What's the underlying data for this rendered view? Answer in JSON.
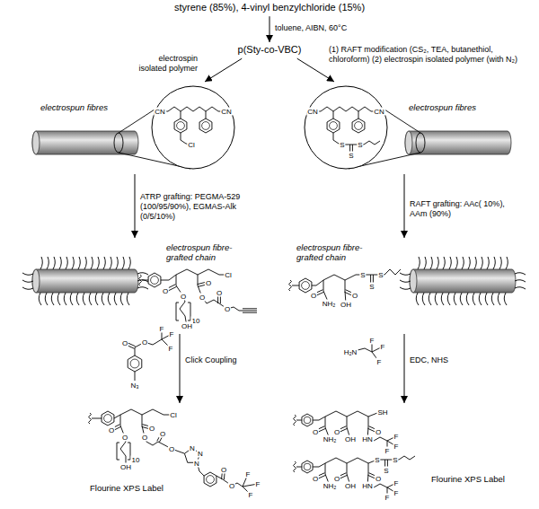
{
  "diagram": {
    "nodes": [
      {
        "text": [
          "styrene (85%), 4-vinyl benzylchloride (15%)"
        ]
      },
      {
        "text": [
          "p(Sty-co-VBC)"
        ]
      },
      {
        "text": [
          "electrospun fibres"
        ]
      },
      {
        "text": [
          "electrospun fibres"
        ]
      },
      {
        "text": [
          "electrospun fibre-grafted chain"
        ]
      },
      {
        "text": [
          "electrospun fibre-grafted chain"
        ]
      },
      {
        "text": [
          "Flourine XPS Label"
        ]
      },
      {
        "text": [
          "Flourine XPS Label"
        ]
      }
    ],
    "edges": [
      {
        "from": 0,
        "to": 1,
        "arrow": "to",
        "label": "toluene, AIBN, 60°C"
      },
      {
        "from": 1,
        "to": 2,
        "arrow": "to",
        "label": "electrospin isolated polymer"
      },
      {
        "from": 1,
        "to": 3,
        "arrow": "to",
        "label": "(1) RAFT modification (CS₂, TEA, butanethiol, chloroform) (2) electrospin isolated polymer (with N₂)"
      },
      {
        "from": 2,
        "to": 4,
        "arrow": "to",
        "label": "ATRP grafting: PEGMA-529 (100/95/90%), EGMAS-Alk (0/5/10%)"
      },
      {
        "from": 3,
        "to": 5,
        "arrow": "to",
        "label": "RAFT grafting: AAc( 10%), AAm (90%)"
      },
      {
        "from": 4,
        "to": 6,
        "arrow": "to",
        "label": "Click Coupling"
      },
      {
        "from": 5,
        "to": 7,
        "arrow": "to",
        "label": "EDC, NHS"
      }
    ],
    "labels": [
      "CN",
      "CN",
      "Cl",
      "CN",
      "CN",
      "S",
      "S",
      "S",
      "Cl",
      "O",
      "O",
      "10",
      "OH",
      "O",
      "O",
      "O",
      "O",
      "O",
      "NH₂",
      "O",
      "OH",
      "S",
      "S",
      "S",
      "O",
      "O",
      "F",
      "F",
      "F",
      "N₃",
      "H₂N",
      "F",
      "F",
      "F",
      "Cl",
      "O",
      "O",
      "10",
      "OH",
      "O",
      "O",
      "O",
      "O",
      "N",
      "N",
      "N",
      "O",
      "O",
      "F",
      "F",
      "F",
      "O",
      "NH₂",
      "O",
      "OH",
      "O",
      "HN",
      "F",
      "F",
      "F",
      "SH",
      "O",
      "NH₂",
      "O",
      "OH",
      "O",
      "HN",
      "F",
      "F",
      "F",
      "S",
      "S",
      "S"
    ]
  }
}
